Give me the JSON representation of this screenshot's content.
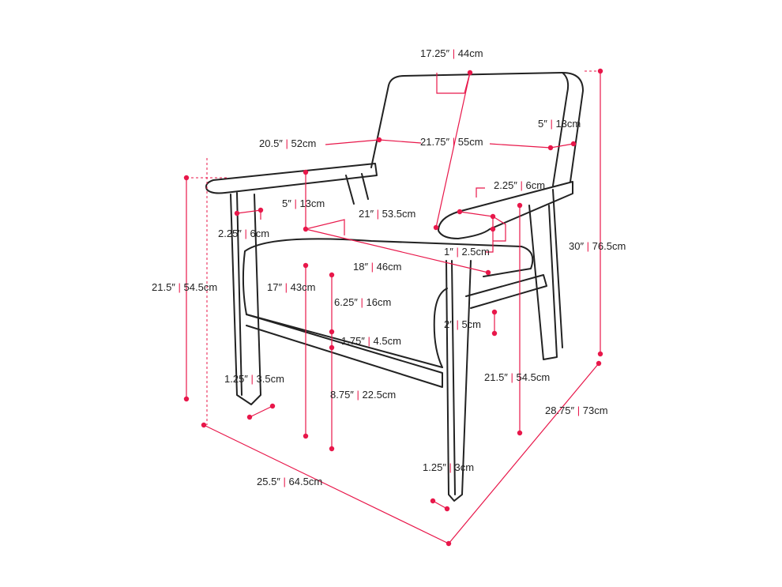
{
  "colors": {
    "accent": "#e8174a",
    "outline": "#222222"
  },
  "dimensions": [
    {
      "name": "back-width",
      "imperial": "17.25″",
      "metric": "44cm"
    },
    {
      "name": "back-thickness",
      "imperial": "5″",
      "metric": "13cm"
    },
    {
      "name": "inner-width",
      "imperial": "20.5″",
      "metric": "52cm"
    },
    {
      "name": "back-height",
      "imperial": "21.75″",
      "metric": "55cm"
    },
    {
      "name": "arm-width-right",
      "imperial": "2.25″",
      "metric": "6cm"
    },
    {
      "name": "arm-height-above-seat",
      "imperial": "5″",
      "metric": "13cm"
    },
    {
      "name": "seat-width",
      "imperial": "21″",
      "metric": "53.5cm"
    },
    {
      "name": "arm-width-left",
      "imperial": "2.25″",
      "metric": "6cm"
    },
    {
      "name": "overall-height",
      "imperial": "30″",
      "metric": "76.5cm"
    },
    {
      "name": "arm-thickness",
      "imperial": "1″",
      "metric": "2.5cm"
    },
    {
      "name": "seat-depth",
      "imperial": "18″",
      "metric": "46cm"
    },
    {
      "name": "seat-height",
      "imperial": "17″",
      "metric": "43cm"
    },
    {
      "name": "arm-height-left",
      "imperial": "21.5″",
      "metric": "54.5cm"
    },
    {
      "name": "cushion-thickness",
      "imperial": "6.25″",
      "metric": "16cm"
    },
    {
      "name": "rail-height",
      "imperial": "2″",
      "metric": "5cm"
    },
    {
      "name": "rail-thickness",
      "imperial": "1.75″",
      "metric": "4.5cm"
    },
    {
      "name": "leg-width-left",
      "imperial": "1.25″",
      "metric": "3.5cm"
    },
    {
      "name": "arm-height-right",
      "imperial": "21.5″",
      "metric": "54.5cm"
    },
    {
      "name": "floor-clearance",
      "imperial": "8.75″",
      "metric": "22.5cm"
    },
    {
      "name": "overall-depth",
      "imperial": "28.75″",
      "metric": "73cm"
    },
    {
      "name": "leg-width-front",
      "imperial": "1.25″",
      "metric": "3cm"
    },
    {
      "name": "overall-width",
      "imperial": "25.5″",
      "metric": "64.5cm"
    }
  ]
}
